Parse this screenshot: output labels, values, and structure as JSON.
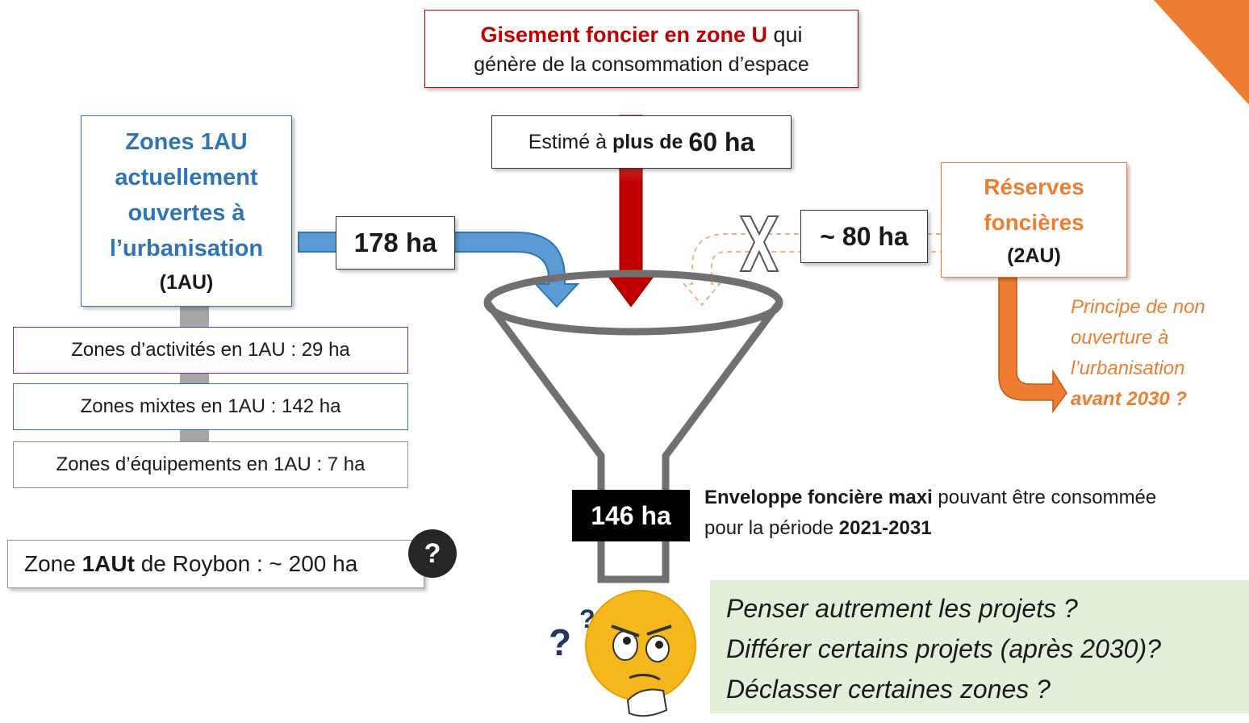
{
  "gisement": {
    "title_bold": "Gisement foncier en zone U",
    "title_rest": " qui",
    "line2": "génère de la consommation d’espace"
  },
  "estime": {
    "prefix": "Estimé à ",
    "bold": "plus de ",
    "value": "60 ha"
  },
  "zones_1au": {
    "lines": [
      "Zones 1AU",
      "actuellement",
      "ouvertes à",
      "l’urbanisation"
    ],
    "code": "(1AU)"
  },
  "flow_1au": "178 ha",
  "reserves": {
    "lines": [
      "Réserves",
      "foncières"
    ],
    "code": "(2AU)"
  },
  "flow_2au": "~ 80 ha",
  "sub_zones": [
    "Zones d’activités en 1AU : 29 ha",
    "Zones mixtes en 1AU : 142 ha",
    "Zones d’équipements en 1AU : 7 ha"
  ],
  "roybon": {
    "prefix": "Zone ",
    "bold": "1AUt",
    "suffix": " de Roybon : ~ 200 ha"
  },
  "roybon_badge": "?",
  "principe": {
    "lines": [
      "Principe de non",
      "ouverture à",
      "l’urbanisation"
    ],
    "bold": "avant 2030 ?"
  },
  "result": "146 ha",
  "enveloppe": {
    "bold1": "Enveloppe foncière maxi",
    "rest1": " pouvant être consommée",
    "prefix2": "pour la période ",
    "bold2": "2021-2031"
  },
  "questions": [
    "Penser autrement les projets ?",
    "Différer certains projets (après 2030)?",
    "Déclasser certaines zones ?"
  ],
  "emoji_marks": "?",
  "colors": {
    "blue": "#2e75b6",
    "red": "#c00000",
    "orange": "#ed7d31",
    "purple": "#7030a0",
    "grey": "#8c8c8c",
    "funnel": "#707070",
    "green_bg": "#e2efd9"
  }
}
